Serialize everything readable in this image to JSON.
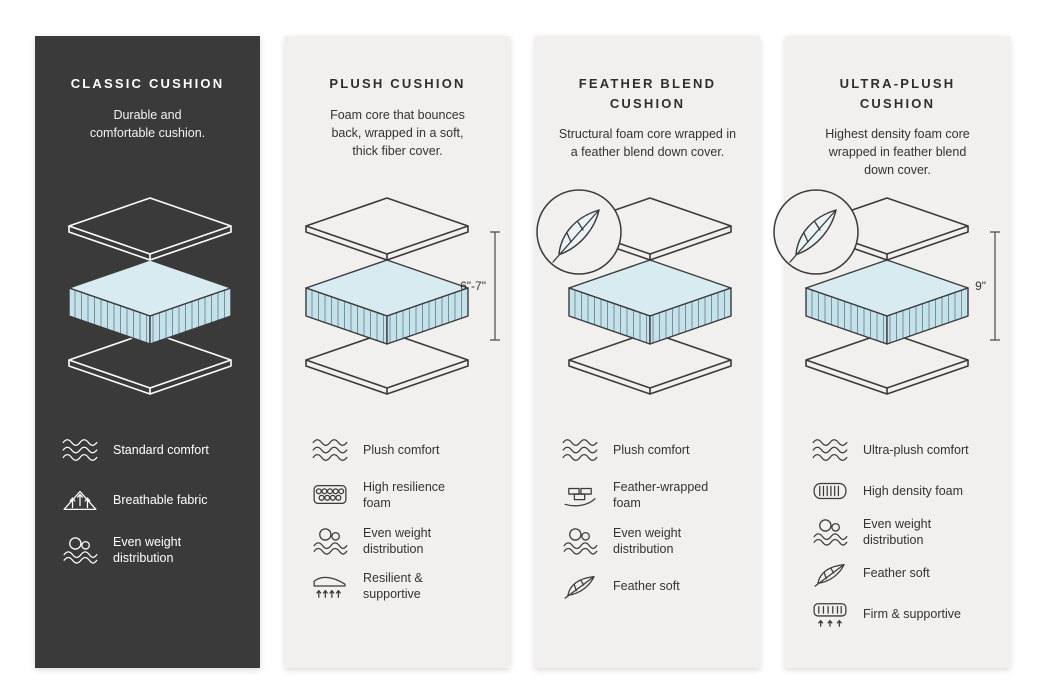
{
  "colors": {
    "dark_card": "#3a3a3a",
    "light_card": "#f1f0ee",
    "foam_blue": "#c3e2ec",
    "text": "#333333"
  },
  "cards": [
    {
      "title": "CLASSIC CUSHION",
      "description": "Durable and\ncomfortable cushion.",
      "theme": "dark",
      "diagram": {
        "feather_badge": false,
        "height_label": ""
      },
      "features": [
        {
          "icon": "waves-comfort-icon",
          "label": "Standard comfort"
        },
        {
          "icon": "breathable-fabric-icon",
          "label": "Breathable fabric"
        },
        {
          "icon": "even-weight-icon",
          "label": "Even weight\ndistribution"
        }
      ]
    },
    {
      "title": "PLUSH CUSHION",
      "description": "Foam core that bounces\nback, wrapped in a soft,\nthick fiber cover.",
      "theme": "light",
      "diagram": {
        "feather_badge": false,
        "height_label": "6\"-7\""
      },
      "features": [
        {
          "icon": "waves-comfort-icon",
          "label": "Plush comfort"
        },
        {
          "icon": "resilience-foam-icon",
          "label": "High resilience\nfoam"
        },
        {
          "icon": "even-weight-icon",
          "label": "Even weight\ndistribution"
        },
        {
          "icon": "spring-support-icon",
          "label": "Resilient &\nsupportive"
        }
      ]
    },
    {
      "title": "FEATHER BLEND\nCUSHION",
      "description": "Structural foam core wrapped in\na feather blend down cover.",
      "theme": "light",
      "diagram": {
        "feather_badge": true,
        "height_label": ""
      },
      "features": [
        {
          "icon": "waves-comfort-icon",
          "label": "Plush comfort"
        },
        {
          "icon": "feather-wrapped-foam-icon",
          "label": "Feather-wrapped\nfoam"
        },
        {
          "icon": "even-weight-icon",
          "label": "Even weight\ndistribution"
        },
        {
          "icon": "feather-soft-icon",
          "label": "Feather soft"
        }
      ]
    },
    {
      "title": "ULTRA-PLUSH\nCUSHION",
      "description": "Highest density foam core\nwrapped in feather blend\ndown cover.",
      "theme": "light",
      "diagram": {
        "feather_badge": true,
        "height_label": "9\""
      },
      "features": [
        {
          "icon": "waves-comfort-icon",
          "label": "Ultra-plush comfort"
        },
        {
          "icon": "density-foam-icon",
          "label": "High density foam"
        },
        {
          "icon": "even-weight-icon",
          "label": "Even weight\ndistribution"
        },
        {
          "icon": "feather-soft-icon",
          "label": "Feather soft"
        },
        {
          "icon": "firm-supportive-icon",
          "label": "Firm & supportive"
        }
      ]
    }
  ]
}
